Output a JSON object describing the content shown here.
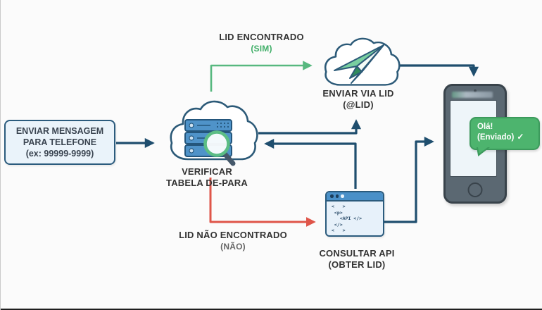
{
  "colors": {
    "arrow_navy": "#1f4e6e",
    "arrow_green": "#57b87f",
    "arrow_red": "#df5549",
    "green_text": "#3fae67",
    "text_dark": "#333333",
    "text_gray": "#666666",
    "bubble_green": "#4db46e"
  },
  "nodes": {
    "start_box": {
      "line1": "ENVIAR MENSAGEM",
      "line2": "PARA TELEFONE",
      "line3": "(ex: 99999-9999)"
    },
    "verify": {
      "line1": "VERIFICAR",
      "line2": "TABELA DE-PARA"
    },
    "send_lid": {
      "line1": "ENVIAR VIA LID",
      "line2": "(@LID)"
    },
    "api": {
      "line1": "CONSULTAR API",
      "line2": "(OBTER LID)",
      "code": {
        "l1": "<   >",
        "l2": " <p>",
        "l3": "   <API </>",
        "l4": " </>",
        "l5": "<   >"
      }
    },
    "phone": {
      "bubble_line1": "Olá!",
      "bubble_line2": "(Enviado)",
      "bubble_check": "✓"
    }
  },
  "edges": {
    "found": {
      "label": "LID ENCONTRADO",
      "sub": "(SIM)"
    },
    "not_found": {
      "label": "LID NÃO ENCONTRADO",
      "sub": "(NÃO)"
    }
  }
}
